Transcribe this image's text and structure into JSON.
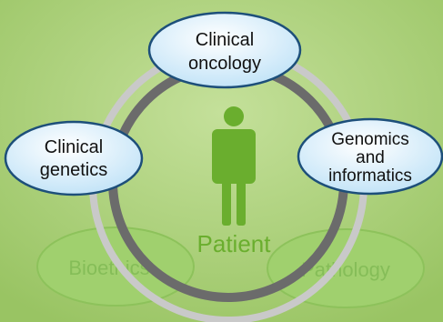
{
  "diagram": {
    "center_label": "Patient",
    "top_nodes": [
      {
        "id": "clinical-oncology",
        "lines": [
          "Clinical",
          "oncology"
        ]
      },
      {
        "id": "clinical-genetics",
        "lines": [
          "Clinical",
          "genetics"
        ]
      },
      {
        "id": "genomics-informatics",
        "lines": [
          "Genomics",
          "and",
          "informatics"
        ]
      }
    ],
    "faded_nodes": [
      {
        "id": "bioethics",
        "label": "Bioethics"
      },
      {
        "id": "pathology",
        "label": "Pathology"
      }
    ]
  },
  "colors": {
    "background": "#a7cf73",
    "node_fill": "#cfe9f9",
    "node_border": "#1d4f7a",
    "faded_fill": "#9ccd6b",
    "faded_border": "#8fc15f",
    "faded_text": "#7eb852",
    "ring_dark": "#666666",
    "ring_light": "#bfbfbf",
    "patient": "#6aae2e"
  }
}
